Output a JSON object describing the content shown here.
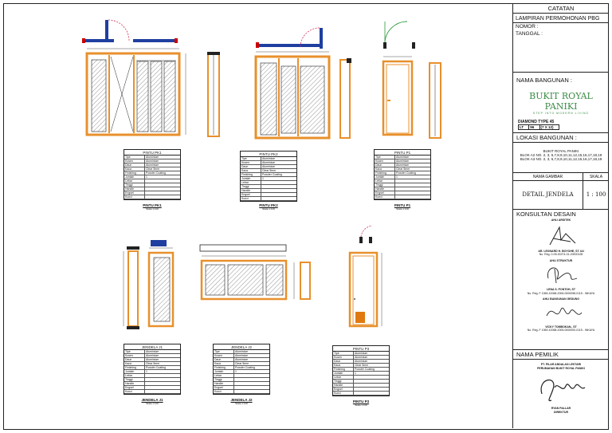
{
  "title_block": {
    "catatan": "CATATAN",
    "lampiran": "LAMPIRAN PERMOHONAN PBG",
    "nomor": "NOMOR    :",
    "tanggal": "TANGGAL  :",
    "nama_bangunan_label": "NAMA BANGUNAN :",
    "brand_name": "BUKIT ROYAL PANIKI",
    "brand_tagline": "STEP INTO MODERN LIVING",
    "type_line": "DIAMOND TYPE 45",
    "spec_cells": [
      "LT",
      "96",
      "(7 X 12)"
    ],
    "lokasi_label": "LOKASI BANGUNAN :",
    "lokasi_lines": [
      "BUKIT ROYAL PANIKI",
      "BLOK A2 NO. 2, 3, 6,7,8,9,10,11,12,15,16,17,18,19",
      "BLOK A3 NO. 2, 3, 6,7,8,9,10,11,12,15,16,17,18,19"
    ],
    "nama_gambar_label": "NAMA GAMBAR",
    "skala_label": "SKALA",
    "nama_gambar": "DETAIL JENDELA",
    "skala": "1 : 100",
    "konsultan_label": "KONSULTAN DESAIN",
    "ahli_arsitek": "AHLI ARSITEK",
    "arsitek_name": "AR. LEONARD H. BOYOHE, ST. IAI",
    "arsitek_reg": "No. Reg. 0-05-00274-01-20000128",
    "ahli_struktur": "AHLI STRUKTUR",
    "struktur_name": "LENA S. PONTOH, ST",
    "struktur_reg": "No. Reg. F 1065-10068-2006-0000058-0115 - INKAYA",
    "ahli_bangunan": "AHLI BANGUNAN GEDUNG",
    "bangunan_name": "VICKY TOMBOKAN., ST",
    "bangunan_reg": "No. Reg. F 1069-10068-2005-0000000-0115 - INKAYA",
    "pemilik_label": "NAMA PEMILIK",
    "pemilik_company": "PT. PILAR ANDALAN LESTARI",
    "pemilik_project": "PERUMAHAN BUKIT ROYAL PANIKI",
    "pemilik_name": "RYAN PALLAR",
    "pemilik_role": "DIREKTUR"
  },
  "drawings": [
    {
      "id": "pk1",
      "table_title": "PINTU PK1",
      "label": "PINTU  PK1",
      "scale": "Skala 1:100"
    },
    {
      "id": "pk2",
      "table_title": "PINTU PK2",
      "label": "PINTU  PK2",
      "scale": "Skala 1:100"
    },
    {
      "id": "p1",
      "table_title": "PINTU P1",
      "label": "PINTU  P1",
      "scale": "Skala 1:100"
    },
    {
      "id": "j1",
      "table_title": "JENDELA J1",
      "label": "JENDELA  J1",
      "scale": "Skala 1:100"
    },
    {
      "id": "j2",
      "table_title": "JENDELA J2",
      "label": "JENDELA  J2",
      "scale": "Skala 1:100"
    },
    {
      "id": "p3",
      "table_title": "PINTU P3",
      "label": "PINTU  P3",
      "scale": "Skala 1:100"
    }
  ],
  "spec_table": {
    "keys": [
      "Tipe",
      "Kusen",
      "Daun",
      "Kaca",
      "Finishing",
      "Jumlah",
      "Lebar",
      "Tinggi",
      "Handle",
      "Engsel",
      "Kunci"
    ],
    "values": [
      "Aluminium",
      "Aluminium",
      "Aluminium",
      "Clear 5mm",
      "Powder Coating",
      "1",
      "",
      "",
      "",
      "",
      ""
    ]
  },
  "colors": {
    "frame": "#e8902c",
    "glass_hatch": "#666666",
    "line": "#222222",
    "brand_green": "#3a8a46",
    "door_panel": "#e07a10",
    "arc_red": "#d6335a",
    "arc_green": "#2a9a3a",
    "blue_track": "#1f3fa0"
  }
}
